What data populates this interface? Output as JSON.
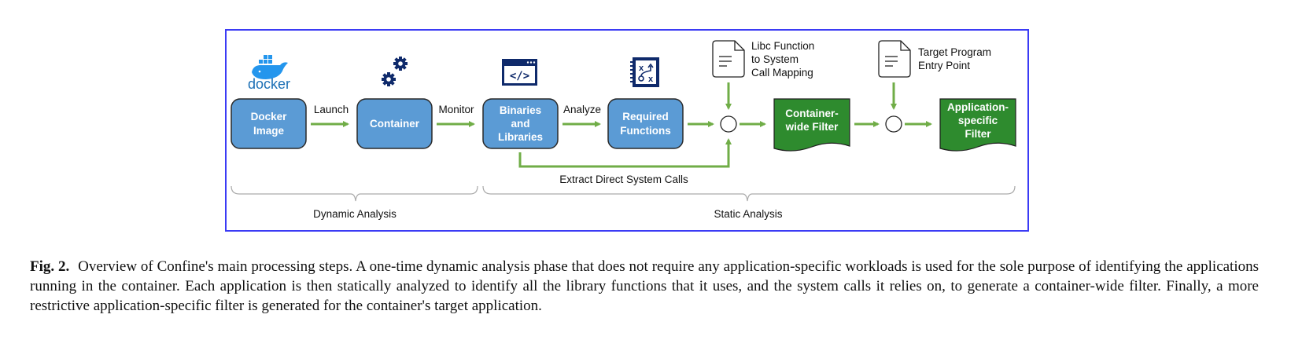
{
  "diagram": {
    "nodes": {
      "docker_image": [
        "Docker",
        "Image"
      ],
      "container": [
        "Container"
      ],
      "binaries": [
        "Binaries",
        "and",
        "Libraries"
      ],
      "required_functions": [
        "Required",
        "Functions"
      ],
      "container_filter": [
        "Container-",
        "wide Filter"
      ],
      "app_filter": [
        "Application-",
        "specific",
        "Filter"
      ]
    },
    "edges": {
      "launch": "Launch",
      "monitor": "Monitor",
      "analyze": "Analyze",
      "extract": "Extract Direct System Calls"
    },
    "documents": {
      "libc_mapping": [
        "Libc Function",
        "to System",
        "Call Mapping"
      ],
      "entry_point": [
        "Target Program",
        "Entry Point"
      ]
    },
    "icons": {
      "docker_logo_text": "docker"
    },
    "phases": {
      "dynamic": "Dynamic Analysis",
      "static": "Static Analysis"
    },
    "colors": {
      "node_blue": "#5b9bd5",
      "filter_green": "#2e8b2e",
      "arrow_green": "#70ad47",
      "icon_navy": "#0f2a6b",
      "frame_blue": "#3b3bf5",
      "docker_blue": "#2496ed"
    }
  },
  "caption": {
    "label": "Fig. 2.",
    "text": "Overview of Confine's main processing steps. A one-time dynamic analysis phase that does not require any application-specific workloads is used for the sole purpose of identifying the applications running in the container. Each application is then statically analyzed to identify all the library functions that it uses, and the system calls it relies on, to generate a container-wide filter. Finally, a more restrictive application-specific filter is generated for the container's target application."
  }
}
